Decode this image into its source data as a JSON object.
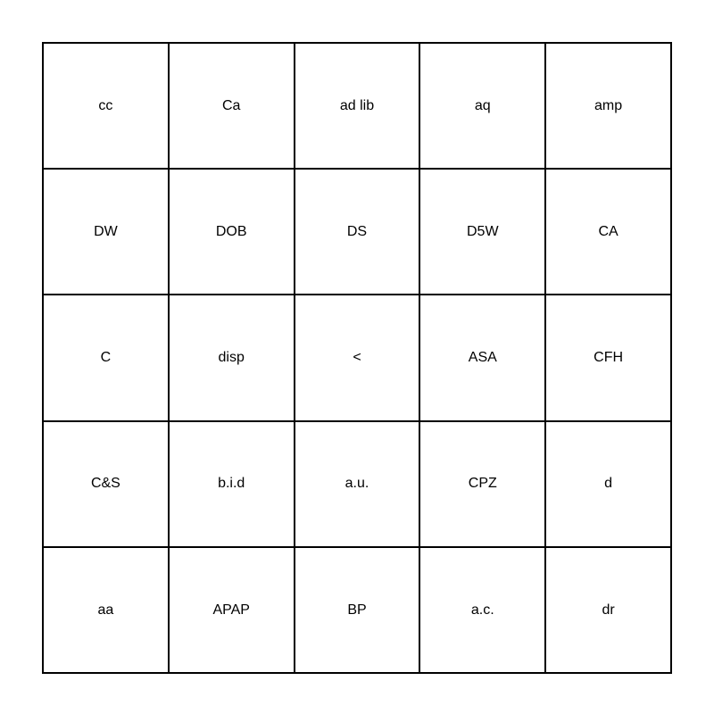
{
  "card": {
    "grid": {
      "rows": 5,
      "cols": 5,
      "cells": [
        [
          "cc",
          "Ca",
          "ad lib",
          "aq",
          "amp"
        ],
        [
          "DW",
          "DOB",
          "DS",
          "D5W",
          "CA"
        ],
        [
          "C",
          "disp",
          "<",
          "ASA",
          "CFH"
        ],
        [
          "C&S",
          "b.i.d",
          "a.u.",
          "CPZ",
          "d"
        ],
        [
          "aa",
          "APAP",
          "BP",
          "a.c.",
          "dr"
        ]
      ]
    },
    "colors": {
      "background": "#ffffff",
      "grid_line": "#000000",
      "text": "#000000"
    }
  }
}
